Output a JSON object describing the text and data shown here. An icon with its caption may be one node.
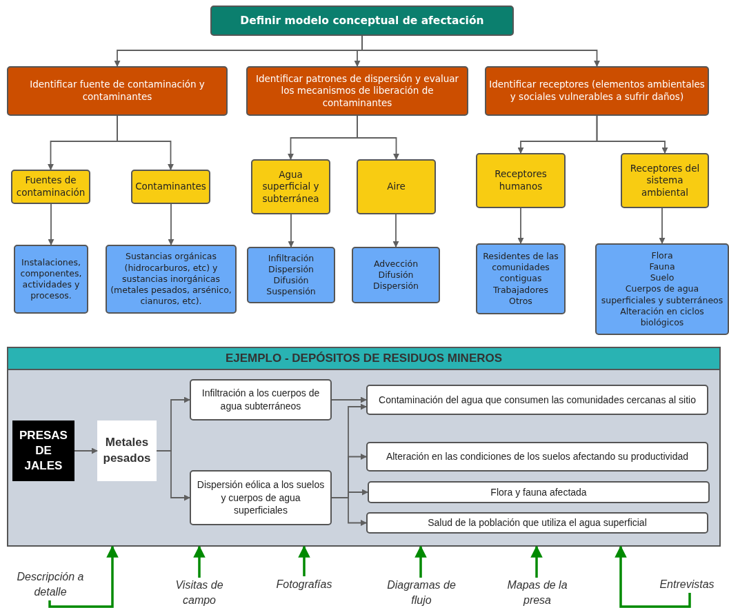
{
  "diagram": {
    "nodes": [
      {
        "text": [
          "Definir modelo conceptual de afectación"
        ]
      },
      {
        "text": [
          "Identificar fuente de contaminación y contaminantes"
        ]
      },
      {
        "text": [
          "Identificar patrones de dispersión y evaluar los mecanismos de liberación de contaminantes"
        ]
      },
      {
        "text": [
          "Identificar receptores (elementos ambientales y sociales vulnerables a sufrir daños)"
        ]
      },
      {
        "text": [
          "Fuentes de contaminación"
        ]
      },
      {
        "text": [
          "Contaminantes"
        ]
      },
      {
        "text": [
          "Agua superficial y subterránea"
        ]
      },
      {
        "text": [
          "Aire"
        ]
      },
      {
        "text": [
          "Receptores humanos"
        ]
      },
      {
        "text": [
          "Receptores del sistema ambiental"
        ]
      },
      {
        "text": [
          "Instalaciones, componentes, actividades y procesos."
        ]
      },
      {
        "text": [
          "Sustancias orgánicas (hidrocarburos, etc) y sustancias inorgánicas (metales pesados, arsénico, cianuros, etc)."
        ]
      },
      {
        "text": [
          "Infiltración",
          "Dispersión",
          "Difusión",
          "Suspensión"
        ]
      },
      {
        "text": [
          "Advección",
          "Difusión",
          "Dispersión"
        ]
      },
      {
        "text": [
          "Residentes de las comunidades contiguas",
          "Trabajadores",
          "Otros"
        ]
      },
      {
        "text": [
          "Flora",
          "Fauna",
          "Suelo",
          "Cuerpos de agua superficiales y subterráneos",
          "Alteración en ciclos biológicos"
        ]
      },
      {
        "text": [
          "EJEMPLO - DEPÓSITOS DE RESIDUOS MINEROS"
        ]
      },
      {
        "text": [
          "PRESAS DE JALES"
        ],
        "in": 16
      },
      {
        "text": [
          "Metales pesados"
        ],
        "in": 16
      },
      {
        "text": [
          "Infiltración a los cuerpos de agua subterráneos"
        ],
        "in": 16
      },
      {
        "text": [
          "Dispersión eólica a los suelos y cuerpos de agua superficiales"
        ],
        "in": 16
      },
      {
        "text": [
          "Contaminación del agua que consumen las comunidades cercanas al sitio"
        ],
        "in": 16
      },
      {
        "text": [
          "Alteración en las condiciones de los suelos afectando su productividad"
        ],
        "in": 16
      },
      {
        "text": [
          "Flora y fauna afectada"
        ],
        "in": 16
      },
      {
        "text": [
          "Salud de la población que utiliza el agua superficial"
        ],
        "in": 16
      },
      {
        "text": [
          "Descripción a detalle"
        ]
      },
      {
        "text": [
          "Visitas de campo"
        ]
      },
      {
        "text": [
          "Fotografías"
        ]
      },
      {
        "text": [
          "Diagramas de flujo"
        ]
      },
      {
        "text": [
          "Mapas de la presa"
        ]
      },
      {
        "text": [
          "Entrevistas"
        ]
      }
    ],
    "edges": [
      {
        "from": 0,
        "to": 1,
        "arrow": "to"
      },
      {
        "from": 0,
        "to": 2,
        "arrow": "to"
      },
      {
        "from": 0,
        "to": 3,
        "arrow": "to"
      },
      {
        "from": 1,
        "to": 4,
        "arrow": "to"
      },
      {
        "from": 1,
        "to": 5,
        "arrow": "to"
      },
      {
        "from": 2,
        "to": 6,
        "arrow": "to"
      },
      {
        "from": 2,
        "to": 7,
        "arrow": "to"
      },
      {
        "from": 3,
        "to": 8,
        "arrow": "to"
      },
      {
        "from": 3,
        "to": 9,
        "arrow": "to"
      },
      {
        "from": 4,
        "to": 10,
        "arrow": "to"
      },
      {
        "from": 5,
        "to": 11,
        "arrow": "to"
      },
      {
        "from": 6,
        "to": 12,
        "arrow": "to"
      },
      {
        "from": 7,
        "to": 13,
        "arrow": "to"
      },
      {
        "from": 8,
        "to": 14,
        "arrow": "to"
      },
      {
        "from": 9,
        "to": 15,
        "arrow": "to"
      },
      {
        "from": 17,
        "to": 18,
        "arrow": "to"
      },
      {
        "from": 18,
        "to": 19,
        "arrow": "to"
      },
      {
        "from": 18,
        "to": 20,
        "arrow": "to"
      },
      {
        "from": 19,
        "to": 21,
        "arrow": "to"
      },
      {
        "from": 20,
        "to": 21,
        "arrow": "to"
      },
      {
        "from": 20,
        "to": 22,
        "arrow": "to"
      },
      {
        "from": 20,
        "to": 23,
        "arrow": "to"
      },
      {
        "from": 20,
        "to": 24,
        "arrow": "to"
      },
      {
        "from": 25,
        "to": 16,
        "arrow": "to",
        "style": "thick",
        "color": "#008a00"
      },
      {
        "from": 26,
        "to": 16,
        "arrow": "to",
        "style": "thick",
        "color": "#008a00"
      },
      {
        "from": 27,
        "to": 16,
        "arrow": "to",
        "style": "thick",
        "color": "#008a00"
      },
      {
        "from": 28,
        "to": 16,
        "arrow": "to",
        "style": "thick",
        "color": "#008a00"
      },
      {
        "from": 29,
        "to": 16,
        "arrow": "to",
        "style": "thick",
        "color": "#008a00"
      },
      {
        "from": 30,
        "to": 16,
        "arrow": "to",
        "style": "thick",
        "color": "#008a00"
      }
    ]
  }
}
